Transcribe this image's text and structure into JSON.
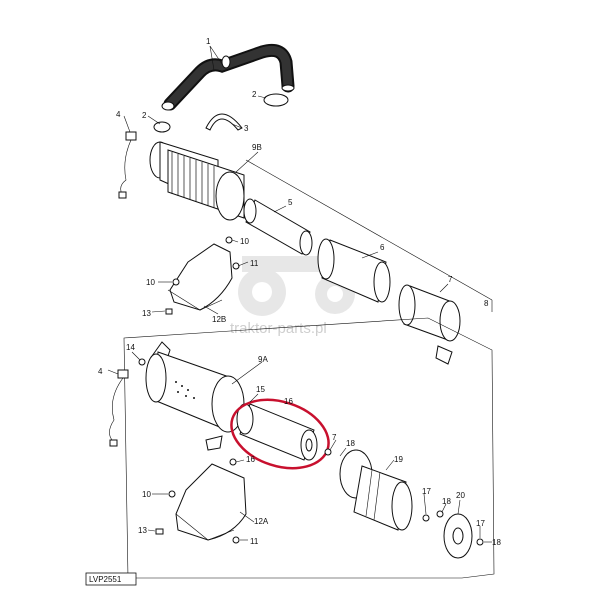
{
  "diagram": {
    "reference": "LVP2551",
    "watermark": "traktor-parts.pl",
    "highlight_color": "#c8102e",
    "labels": {
      "l1": "1",
      "l2a": "2",
      "l2b": "2",
      "l3": "3",
      "l4a": "4",
      "l9b": "9B",
      "l5": "5",
      "l6": "6",
      "l7a": "7",
      "l8": "8",
      "l10a": "10",
      "l11a": "11",
      "l13a": "13",
      "l12b": "12B",
      "l14": "14",
      "l4b": "4",
      "l9a": "9A",
      "l15": "15",
      "l16": "16",
      "l7b": "7",
      "l18a": "18",
      "l19": "19",
      "l10b": "10",
      "l13b": "13",
      "l12a": "12A",
      "l11b": "11",
      "l17a": "17",
      "l18b": "18",
      "l20": "20",
      "l17b": "17",
      "l18c": "18",
      "l16b": "16"
    }
  }
}
